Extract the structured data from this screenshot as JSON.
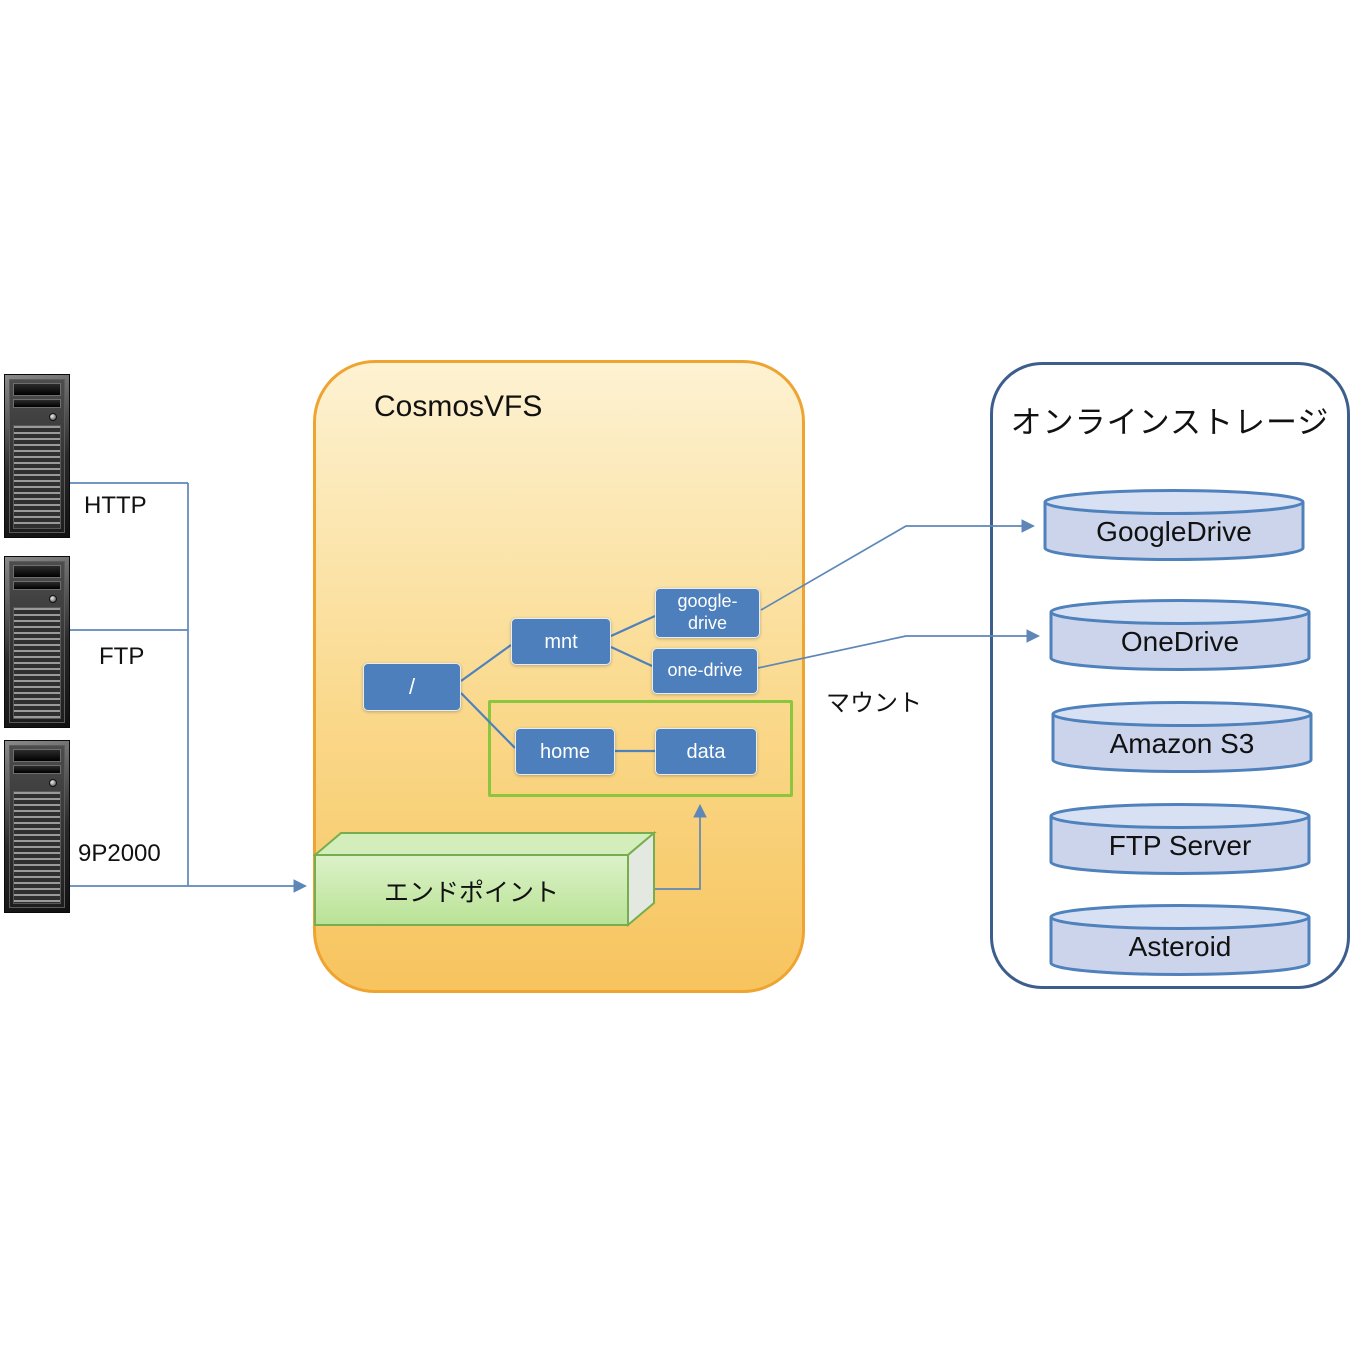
{
  "colors": {
    "vfs_border": "#EFA432",
    "vfs_fill_top": "#FDF2D2",
    "vfs_fill_bottom": "#F7C45E",
    "node_fill": "#4C7FBB",
    "green_group_border": "#8CC63E",
    "endpoint_fill": "#CDEDB4",
    "endpoint_border": "#76AE4F",
    "storage_border": "#3D5E8C",
    "cylinder_fill": "#CBD4EA",
    "cylinder_top_fill": "#D8E1F3",
    "cylinder_border": "#4F81BD",
    "connector": "#5E87B8"
  },
  "servers": [
    {
      "protocol": "HTTP"
    },
    {
      "protocol": "FTP"
    },
    {
      "protocol": "9P2000"
    }
  ],
  "vfs": {
    "title": "CosmosVFS",
    "endpoint_label": "エンドポイント",
    "nodes": {
      "root": "/",
      "mnt": "mnt",
      "google_drive": "google-drive",
      "one_drive": "one-drive",
      "home": "home",
      "data": "data"
    }
  },
  "mount_label": "マウント",
  "storage": {
    "title": "オンラインストレージ",
    "items": [
      {
        "label": "GoogleDrive"
      },
      {
        "label": "OneDrive"
      },
      {
        "label": "Amazon S3"
      },
      {
        "label": "FTP Server"
      },
      {
        "label": "Asteroid"
      }
    ]
  }
}
